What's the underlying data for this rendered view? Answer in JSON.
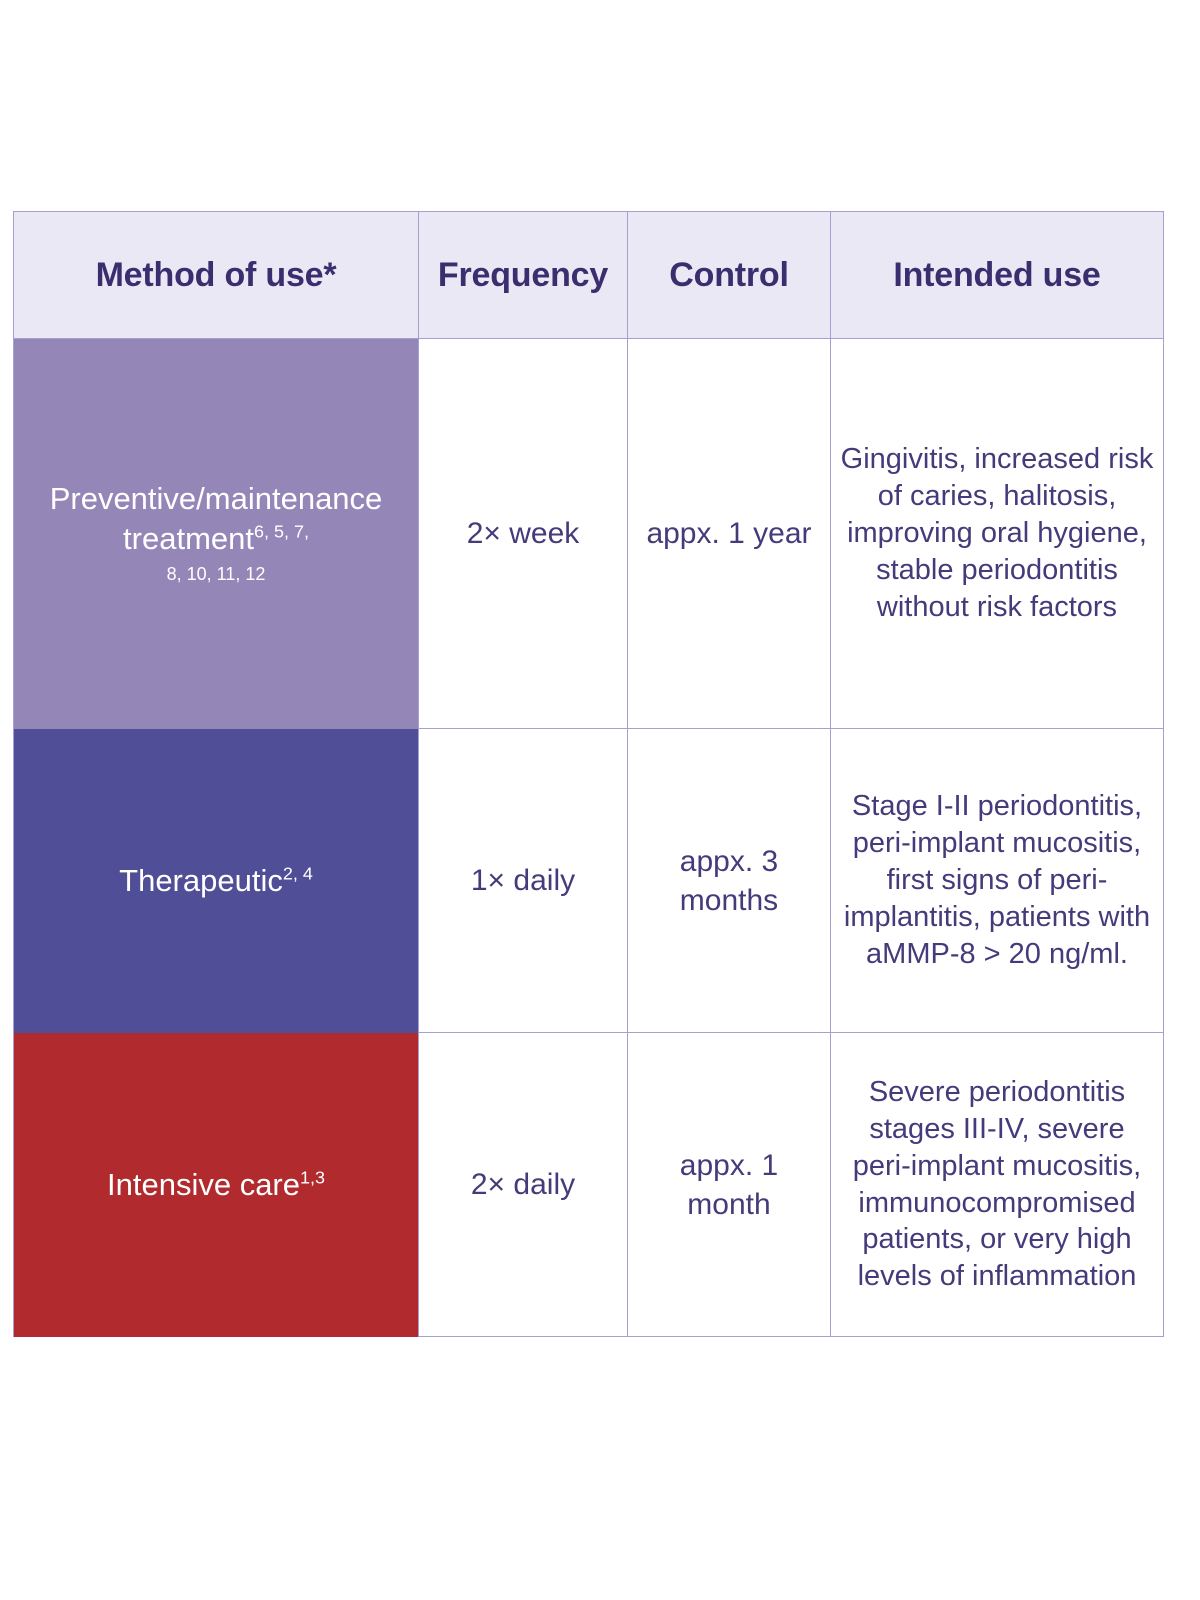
{
  "table": {
    "headers": [
      {
        "label": "Method of use*",
        "name": "method-of-use"
      },
      {
        "label": "Frequency",
        "name": "frequency"
      },
      {
        "label": "Control",
        "name": "control"
      },
      {
        "label": "Intended use",
        "name": "intended-use"
      }
    ],
    "rows": [
      {
        "key": "preventive",
        "method": "Preventive/maintenance treatment",
        "method_refs": "6, 5, 7,",
        "method_refs_line2": "8, 10, 11, 12",
        "frequency": "2× week",
        "control": "appx. 1 year",
        "intended_use": "Gingivitis, increased risk of caries, halitosis, improving oral hygiene, stable periodontitis without risk factors",
        "accent_color": "#9487b8"
      },
      {
        "key": "therapeutic",
        "method": "Therapeutic",
        "method_refs": "2, 4",
        "method_refs_line2": "",
        "frequency": "1× daily",
        "control": "appx. 3 months",
        "intended_use": "Stage I-II periodontitis, peri-implant mucositis, first signs of peri-implantitis, patients with aMMP-8 > 20 ng/ml.",
        "accent_color": "#4f4e97"
      },
      {
        "key": "intensive",
        "method": "Intensive care",
        "method_refs": "1,3",
        "method_refs_line2": "",
        "frequency": "2× daily",
        "control": "appx. 1 month",
        "intended_use": "Severe periodontitis stages III-IV, severe peri-implant mucositis, immunocompromised patients, or very high levels of inflammation",
        "accent_color": "#b02a2e"
      }
    ]
  },
  "colors": {
    "header_background": "#ebe8f5",
    "header_text": "#3b2e6e",
    "body_text": "#453a7a",
    "border": "#a79ed2",
    "row_preventive": "#9487b8",
    "row_therapeutic": "#4f4e97",
    "row_intensive": "#b02a2e"
  }
}
